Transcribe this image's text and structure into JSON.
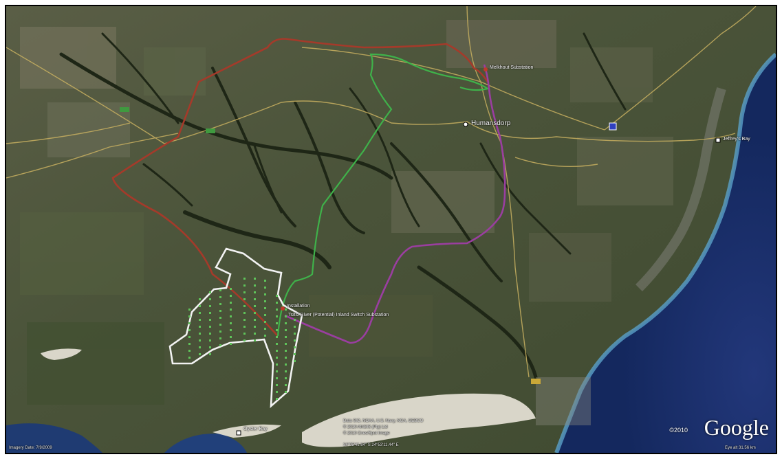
{
  "map": {
    "labels": {
      "humansdorp": "Humansdorp",
      "jeffreys_bay": "Jeffrey's Bay",
      "oyster_bay": "Oyster Bay",
      "melkhout": "Melkhout Substation",
      "installation": "Installation",
      "potential_substation": "Tsitsi River (Potential) Inland Switch Substation"
    },
    "attribution": {
      "imagery_date": "Imagery Date: 7/9/2009",
      "data_sio": "Data SIO, NOAA, U.S. Navy, NGA, GEBCO",
      "copyright_lines": "© 2010 AfriGIS (Pty) Ltd",
      "copyright_lines_2": "© 2010 Cnes/Spot Image",
      "coords": "34°05'41.64\" S   24°53'11.44\" E",
      "eye_alt": "Eye alt 31.56 km",
      "google_year": "©2010",
      "google": "Google"
    },
    "route_colors": {
      "red_route": "#a53a2a",
      "green_route": "#3fb24a",
      "purple_route": "#9a3ea0",
      "site_boundary": "#f2f2f2",
      "turbines": "#5fc35a",
      "roads": "#c8b060",
      "ocean": "#1a3a7a",
      "dunes": "#e6e2d6"
    }
  }
}
